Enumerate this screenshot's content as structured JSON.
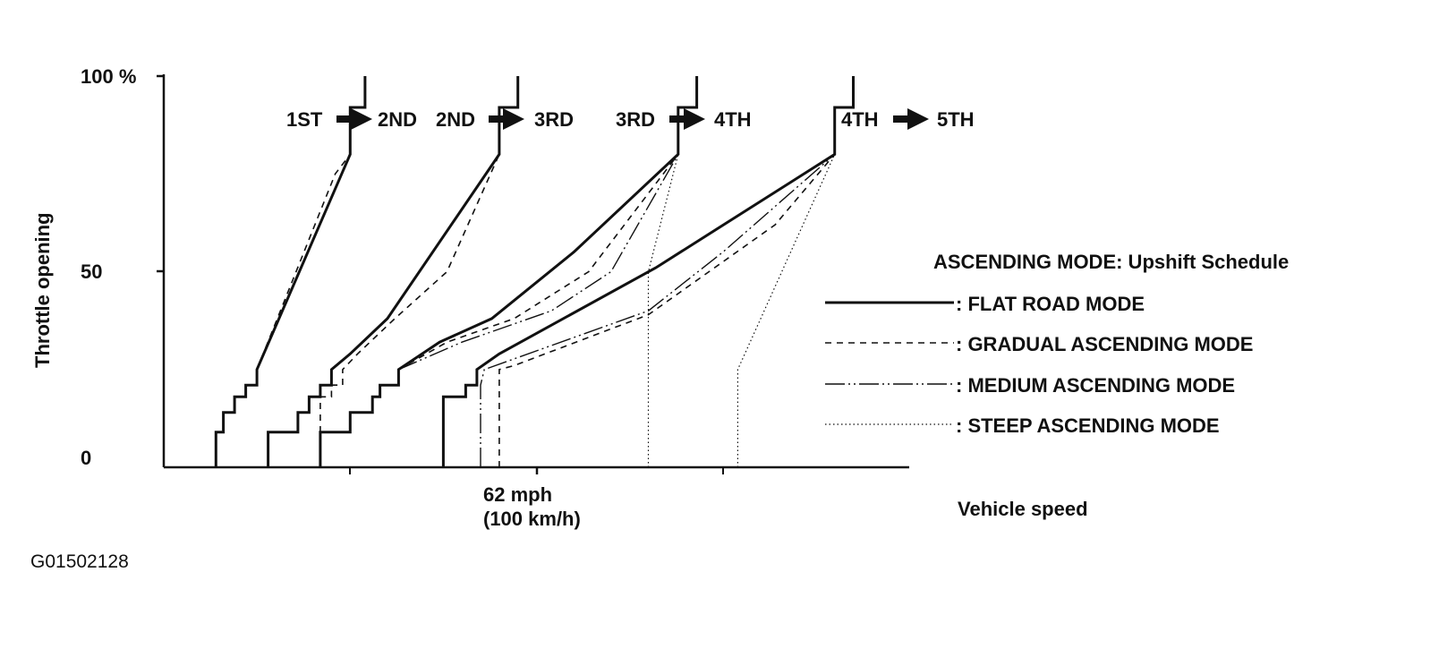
{
  "figure_code": "G01502128",
  "chart_data": {
    "type": "line",
    "title": "",
    "xlabel": "Vehicle speed",
    "ylabel": "Throttle opening",
    "xlim": [
      0,
      100
    ],
    "ylim": [
      0,
      100
    ],
    "x_ticks": [
      {
        "value": 50,
        "label": "62 mph",
        "sublabel": "(100 km/h)"
      }
    ],
    "y_ticks": [
      {
        "value": 0,
        "label": "0"
      },
      {
        "value": 50,
        "label": "50"
      },
      {
        "value": 100,
        "label": "100 %"
      }
    ],
    "legend": {
      "title": "ASCENDING MODE: Upshift Schedule",
      "placement": "right",
      "entries": [
        {
          "mode": "flat",
          "label": ": FLAT ROAD MODE"
        },
        {
          "mode": "gradual",
          "label": ": GRADUAL ASCENDING MODE"
        },
        {
          "mode": "medium",
          "label": ": MEDIUM ASCENDING MODE"
        },
        {
          "mode": "steep",
          "label": ": STEEP ASCENDING MODE"
        }
      ]
    },
    "shifts": [
      {
        "from": "1ST",
        "to": "2ND",
        "series": [
          {
            "mode": "flat",
            "points": [
              [
                7,
                0
              ],
              [
                7,
                9
              ],
              [
                8,
                9
              ],
              [
                8,
                14
              ],
              [
                9.5,
                14
              ],
              [
                9.5,
                18
              ],
              [
                11,
                18
              ],
              [
                11,
                21
              ],
              [
                12.5,
                21
              ],
              [
                12.5,
                25
              ],
              [
                25,
                80
              ],
              [
                25,
                92
              ],
              [
                27,
                92
              ],
              [
                27,
                100
              ]
            ]
          },
          {
            "mode": "gradual",
            "points": [
              [
                12.5,
                25
              ],
              [
                23,
                75
              ],
              [
                25,
                80
              ]
            ]
          }
        ]
      },
      {
        "from": "2ND",
        "to": "3RD",
        "series": [
          {
            "mode": "flat",
            "points": [
              [
                14,
                0
              ],
              [
                14,
                9
              ],
              [
                18,
                9
              ],
              [
                18,
                14
              ],
              [
                19.5,
                14
              ],
              [
                19.5,
                18
              ],
              [
                21,
                18
              ],
              [
                21,
                21
              ],
              [
                22.5,
                21
              ],
              [
                22.5,
                25
              ],
              [
                25,
                29
              ],
              [
                30,
                38
              ],
              [
                45,
                80
              ],
              [
                45,
                92
              ],
              [
                47.5,
                92
              ],
              [
                47.5,
                100
              ]
            ]
          },
          {
            "mode": "gradual",
            "points": [
              [
                21,
                0
              ],
              [
                21,
                18
              ],
              [
                22.5,
                18
              ],
              [
                22.5,
                21
              ],
              [
                24,
                21
              ],
              [
                24,
                25
              ],
              [
                26,
                29
              ],
              [
                31,
                38
              ],
              [
                38,
                50
              ],
              [
                45,
                80
              ]
            ]
          }
        ]
      },
      {
        "from": "3RD",
        "to": "4TH",
        "series": [
          {
            "mode": "flat",
            "points": [
              [
                21,
                0
              ],
              [
                21,
                9
              ],
              [
                25,
                9
              ],
              [
                25,
                14
              ],
              [
                28,
                14
              ],
              [
                28,
                18
              ],
              [
                29,
                18
              ],
              [
                29,
                21
              ],
              [
                31.5,
                21
              ],
              [
                31.5,
                25
              ],
              [
                37,
                32
              ],
              [
                44,
                38
              ],
              [
                55,
                55
              ],
              [
                69,
                80
              ],
              [
                69,
                92
              ],
              [
                71.5,
                92
              ],
              [
                71.5,
                100
              ]
            ]
          },
          {
            "mode": "gradual",
            "points": [
              [
                31.5,
                25
              ],
              [
                38,
                32
              ],
              [
                47,
                38
              ],
              [
                57,
                50
              ],
              [
                69,
                80
              ]
            ]
          },
          {
            "mode": "medium",
            "points": [
              [
                31.5,
                25
              ],
              [
                40,
                32
              ],
              [
                52,
                40
              ],
              [
                60,
                50
              ],
              [
                69,
                80
              ]
            ]
          },
          {
            "mode": "steep",
            "points": [
              [
                65,
                0
              ],
              [
                65,
                50
              ],
              [
                69,
                80
              ]
            ]
          }
        ]
      },
      {
        "from": "4TH",
        "to": "5TH",
        "series": [
          {
            "mode": "flat",
            "points": [
              [
                37.5,
                0
              ],
              [
                37.5,
                18
              ],
              [
                40.5,
                18
              ],
              [
                40.5,
                21
              ],
              [
                42,
                21
              ],
              [
                42,
                25
              ],
              [
                45,
                29
              ],
              [
                66,
                51
              ],
              [
                90,
                80
              ],
              [
                90,
                92
              ],
              [
                92.5,
                92
              ],
              [
                92.5,
                100
              ]
            ]
          },
          {
            "mode": "gradual",
            "points": [
              [
                45,
                0
              ],
              [
                45,
                25
              ],
              [
                47,
                26
              ],
              [
                65,
                39
              ],
              [
                82,
                62
              ],
              [
                90,
                80
              ]
            ]
          },
          {
            "mode": "medium",
            "points": [
              [
                42.5,
                0
              ],
              [
                42.5,
                21
              ],
              [
                43,
                25
              ],
              [
                65,
                40
              ],
              [
                75,
                55
              ],
              [
                90,
                80
              ]
            ]
          },
          {
            "mode": "steep",
            "points": [
              [
                77,
                0
              ],
              [
                77,
                25
              ],
              [
                90,
                80
              ]
            ]
          }
        ]
      }
    ]
  }
}
